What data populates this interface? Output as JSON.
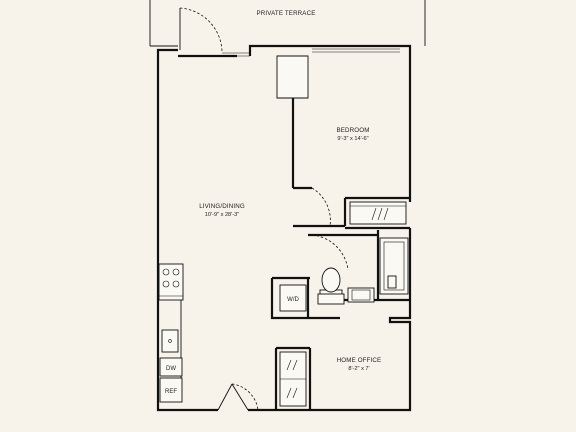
{
  "labels": {
    "terrace": "PRIVATE TERRACE",
    "bedroom": "BEDROOM",
    "bedroom_dim": "9'-3\" x 14'-6\"",
    "living": "LIVING/DINING",
    "living_dim": "10'-9\" x 28'-3\"",
    "office": "HOME OFFICE",
    "office_dim": "8'-2\" x 7'",
    "washer_dryer": "W/D",
    "dishwasher": "DW",
    "refrigerator": "REF",
    "closet_marks": "///"
  },
  "colors": {
    "background": "#f7f3ea",
    "walls": "#111111"
  }
}
